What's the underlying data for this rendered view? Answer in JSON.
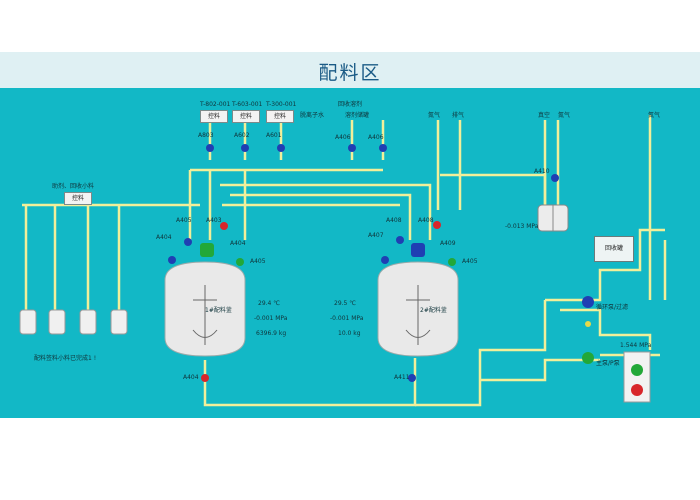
{
  "title": "配料区",
  "colors": {
    "panel": "#12b8c6",
    "pipe": "#f1ef9a",
    "tank": "#e9e9e9",
    "valve_blue": "#1f3fb3",
    "valve_red": "#d8262b",
    "motor_green": "#22a838"
  },
  "top_inlets": [
    {
      "label": "T-802-001",
      "button": "控料",
      "valve": "A803"
    },
    {
      "label": "T-603-001",
      "button": "控料",
      "valve": "A602"
    },
    {
      "label": "T-300-001",
      "button": "控料",
      "valve": "A601"
    }
  ],
  "top_labels": {
    "deionized_water": "脱离子水",
    "recycled_liquid": "回收溶剂",
    "solvent_tank": "溶剂储罐",
    "nitrogen1": "氮气",
    "exhaust": "排气",
    "vacuum": "真空",
    "nitrogen2": "氮气",
    "nitrogen3": "氮气"
  },
  "valves_top": {
    "v1": "A406",
    "v2": "A406"
  },
  "left_section": {
    "label": "助剂、回收小料",
    "button": "控料",
    "note": "配料签料小料已完成1 !"
  },
  "tank1": {
    "name": "1#配料釜",
    "temp": "29.4 ℃",
    "pressure": "-0.001 MPa",
    "weight": "6396.9 kg",
    "valves": [
      "A404",
      "A405",
      "A403",
      "A404",
      "A405"
    ],
    "bottom_valve": "A404"
  },
  "tank2": {
    "name": "2#配料釜",
    "temp": "29.5 ℃",
    "pressure": "-0.001 MPa",
    "weight": "10.0 kg",
    "valves": [
      "A407",
      "A408",
      "A408",
      "A409",
      "A405"
    ],
    "bottom_valve": "A411"
  },
  "vacuum_tank": {
    "valve": "A410",
    "pressure": "-0.013 MPa"
  },
  "recovery_tank": {
    "label": "回收罐"
  },
  "pumps": {
    "pump1": "循环泵/过滤",
    "pump2": "主泵/P泵"
  },
  "pressure_display": "1.544 MPa",
  "lights": [
    {
      "color": "#22a838"
    },
    {
      "color": "#d8262b"
    }
  ]
}
